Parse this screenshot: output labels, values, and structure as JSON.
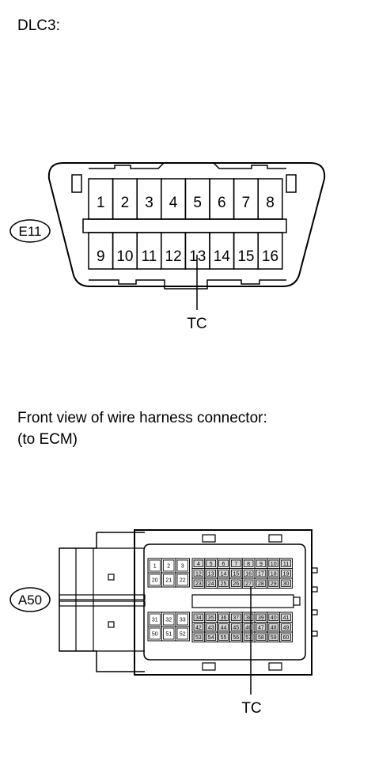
{
  "dlc3": {
    "title": "DLC3:",
    "connector_code": "E11",
    "pins_top": [
      "1",
      "2",
      "3",
      "4",
      "5",
      "6",
      "7",
      "8"
    ],
    "pins_bottom": [
      "9",
      "10",
      "11",
      "12",
      "13",
      "14",
      "15",
      "16"
    ],
    "callout": "TC"
  },
  "ecm": {
    "title_line1": "Front view of wire harness connector:",
    "title_line2": "(to ECM)",
    "connector_code": "A50",
    "left_block_top": [
      "1",
      "2",
      "3",
      "20",
      "21",
      "22"
    ],
    "left_block_bottom": [
      "31",
      "32",
      "33",
      "50",
      "51",
      "52"
    ],
    "right_block_top": [
      "4",
      "5",
      "6",
      "7",
      "8",
      "9",
      "10",
      "11",
      "12",
      "13",
      "14",
      "15",
      "16",
      "17",
      "18",
      "19",
      "23",
      "24",
      "25",
      "26",
      "27",
      "28",
      "29",
      "30"
    ],
    "right_block_bottom": [
      "34",
      "35",
      "36",
      "37",
      "38",
      "39",
      "40",
      "41",
      "42",
      "43",
      "44",
      "45",
      "46",
      "47",
      "48",
      "49",
      "53",
      "54",
      "55",
      "56",
      "57",
      "58",
      "59",
      "60"
    ],
    "callout": "TC"
  }
}
